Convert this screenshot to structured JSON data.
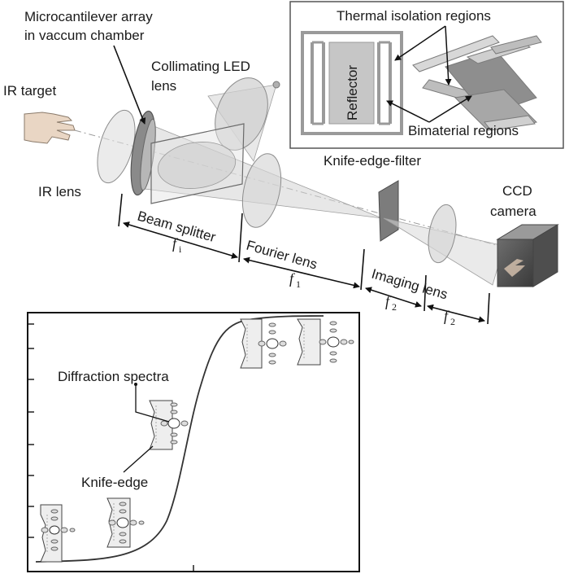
{
  "labels": {
    "microcantilever_line1": "Microcantilever array",
    "microcantilever_line2": "in vaccum chamber",
    "collimating_line1": "Collimating LED",
    "collimating_line2": "lens",
    "ir_target": "IR target",
    "ir_lens": "IR lens",
    "beam_splitter": "Beam splitter",
    "fourier_lens": "Fourier lens",
    "imaging_lens": "Imaging lens",
    "knife_edge_filter": "Knife-edge-filter",
    "ccd_line1": "CCD",
    "ccd_line2": "camera",
    "thermal_isolation": "Thermal isolation regions",
    "reflector": "Reflector",
    "bimaterial": "Bimaterial regions",
    "diffraction_spectra": "Diffraction spectra",
    "knife_edge": "Knife-edge"
  },
  "focal": {
    "f_letter": "f",
    "fi_sub": "i",
    "f1_sub": "1",
    "f2_sub": "2"
  }
}
